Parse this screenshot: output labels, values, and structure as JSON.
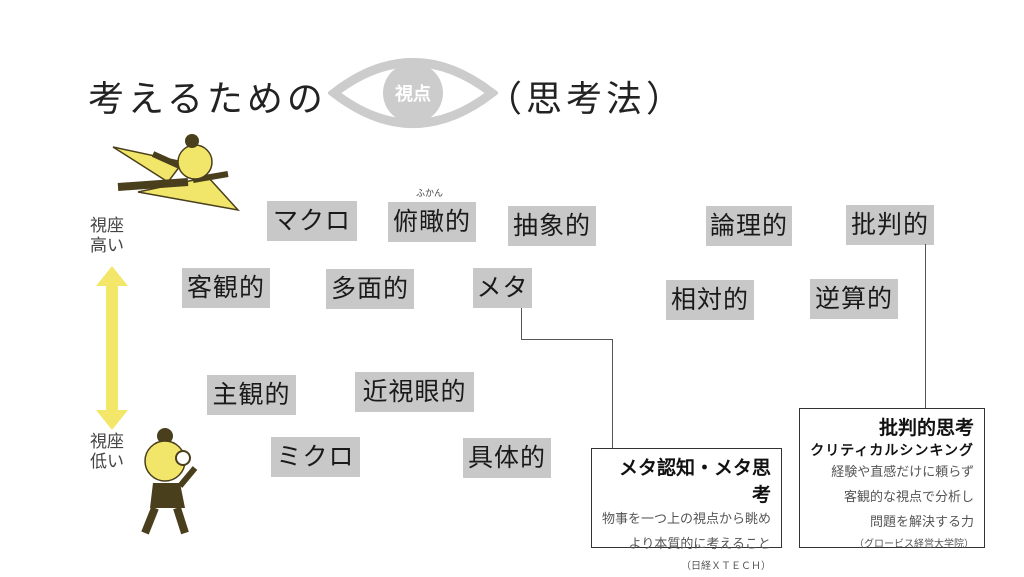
{
  "title": {
    "prefix": "考えるための",
    "eye_label": "視点",
    "suffix": "（思考法）"
  },
  "axis": {
    "high": [
      "視座",
      "高い"
    ],
    "low": [
      "視座",
      "低い"
    ],
    "arrow_color": "#f3e76a"
  },
  "terms": {
    "macro": "マクロ",
    "fukan": "俯瞰的",
    "fukan_ruby": "ふかん",
    "abstract": "抽象的",
    "logical": "論理的",
    "critical": "批判的",
    "objective": "客観的",
    "multifaceted": "多面的",
    "meta": "メタ",
    "relative": "相対的",
    "backward": "逆算的",
    "subjective": "主観的",
    "shortsighted": "近視眼的",
    "micro": "ミクロ",
    "concrete": "具体的"
  },
  "meta_box": {
    "heading": "メタ認知・メタ思考",
    "lines": [
      "物事を一つ上の視点から眺め",
      "より本質的に考えること"
    ],
    "source": "（日経ＸＴＥＣＨ）"
  },
  "critical_box": {
    "heading": "批判的思考",
    "subheading": "クリティカルシンキング",
    "lines": [
      "経験や直感だけに頼らず",
      "客観的な視点で分析し",
      "問題を解決する力"
    ],
    "source": "（グロービス経営大学院）"
  },
  "colors": {
    "tag_bg": "#c8c8c8",
    "eye": "#cccccc",
    "figure_yellow": "#f2e66a",
    "figure_brown": "#4a3f1c"
  }
}
